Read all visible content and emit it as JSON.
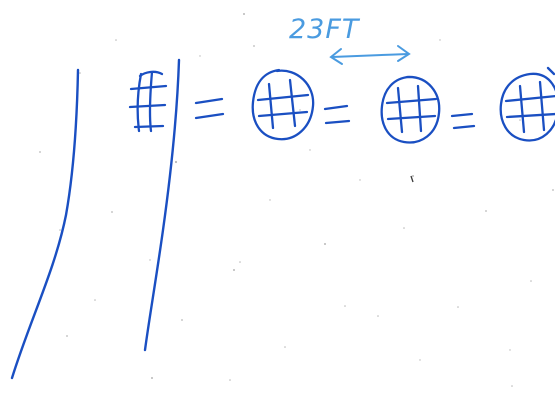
{
  "sketch": {
    "dimension_label": "23FT",
    "ink_color": "#1a4fc2",
    "label_color": "#4a9be0",
    "background": "#ffffff",
    "symbol_count": 4,
    "symbol_description": "circled-hash"
  }
}
